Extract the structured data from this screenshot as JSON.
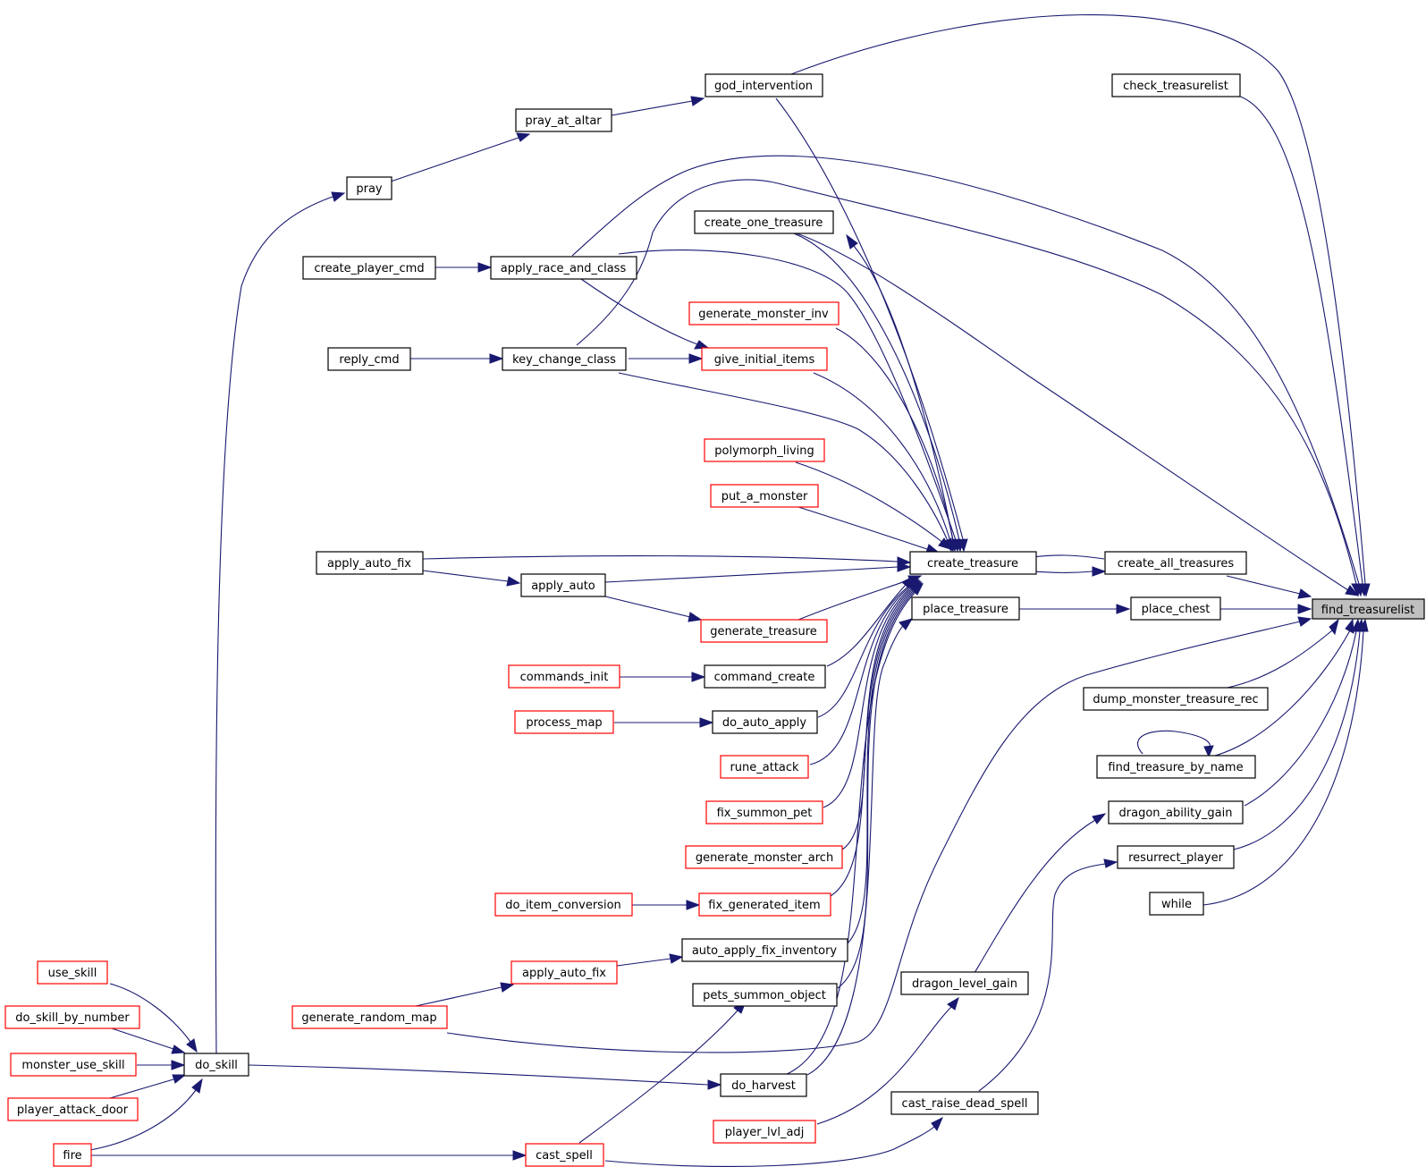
{
  "colors": {
    "edge": "#191970",
    "node_border_normal": "#000000",
    "node_border_truncated": "#ff0000",
    "target_fill": "#bfbfbf",
    "node_fill": "#ffffff"
  },
  "nodes": {
    "find_treasurelist": "find_treasurelist",
    "god_intervention": "god_intervention",
    "check_treasurelist": "check_treasurelist",
    "pray_at_altar": "pray_at_altar",
    "pray": "pray",
    "create_one_treasure": "create_one_treasure",
    "create_player_cmd": "create_player_cmd",
    "apply_race_and_class": "apply_race_and_class",
    "generate_monster_inv": "generate_monster_inv",
    "reply_cmd": "reply_cmd",
    "key_change_class": "key_change_class",
    "give_initial_items": "give_initial_items",
    "polymorph_living": "polymorph_living",
    "put_a_monster": "put_a_monster",
    "apply_auto_fix": "apply_auto_fix",
    "create_treasure": "create_treasure",
    "create_all_treasures": "create_all_treasures",
    "apply_auto": "apply_auto",
    "place_treasure": "place_treasure",
    "place_chest": "place_chest",
    "generate_treasure": "generate_treasure",
    "commands_init": "commands_init",
    "command_create": "command_create",
    "dump_monster_treasure_rec": "dump_monster_treasure_rec",
    "process_map": "process_map",
    "do_auto_apply": "do_auto_apply",
    "rune_attack": "rune_attack",
    "find_treasure_by_name": "find_treasure_by_name",
    "fix_summon_pet": "fix_summon_pet",
    "dragon_ability_gain": "dragon_ability_gain",
    "generate_monster_arch": "generate_monster_arch",
    "resurrect_player": "resurrect_player",
    "do_item_conversion": "do_item_conversion",
    "fix_generated_item": "fix_generated_item",
    "while": "while",
    "auto_apply_fix_inventory": "auto_apply_fix_inventory",
    "use_skill": "use_skill",
    "apply_auto_fix_red": "apply_auto_fix",
    "dragon_level_gain": "dragon_level_gain",
    "pets_summon_object": "pets_summon_object",
    "do_skill_by_number": "do_skill_by_number",
    "generate_random_map": "generate_random_map",
    "monster_use_skill": "monster_use_skill",
    "do_skill": "do_skill",
    "do_harvest": "do_harvest",
    "player_attack_door": "player_attack_door",
    "cast_raise_dead_spell": "cast_raise_dead_spell",
    "player_lvl_adj": "player_lvl_adj",
    "fire": "fire",
    "cast_spell": "cast_spell"
  }
}
